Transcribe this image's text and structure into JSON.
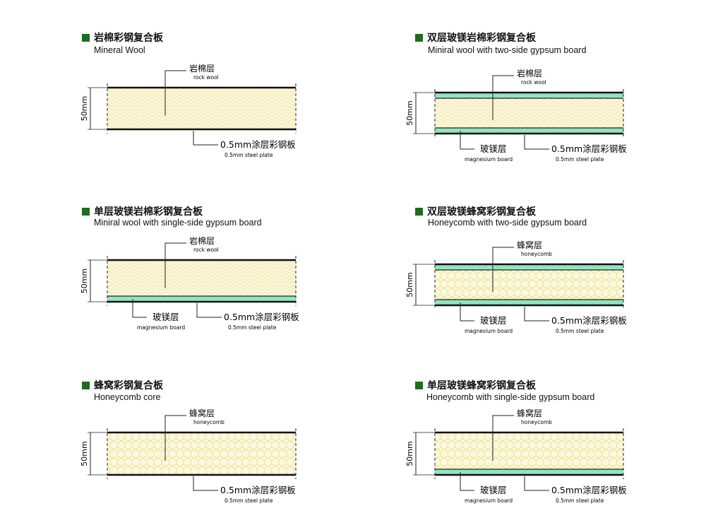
{
  "colors": {
    "bullet": "#1f6b1f",
    "core_fill": "#fbf6dc",
    "core_pattern": "#f0e68a",
    "gypsum_fill": "#7fe2b8",
    "gypsum_pattern": "#b6f0d6",
    "line": "#111111"
  },
  "labels": {
    "dimension": "50mm",
    "rock_cn": "岩棉层",
    "rock_en": "rock wool",
    "honey_cn": "蜂窝层",
    "honey_en": "honeycomb",
    "mag_cn": "玻镁层",
    "mag_en": "magnesium board",
    "steel_cn": "0.5mm涂层彩钢板",
    "steel_en": "0.5mm steel plate"
  },
  "panels": [
    {
      "id": "p1",
      "title_cn": "岩棉彩钢复合板",
      "title_en": "Mineral Wool",
      "core": "rock wool",
      "gypsum": "none"
    },
    {
      "id": "p2",
      "title_cn": "双层玻镁岩棉彩钢复合板",
      "title_en": "Miniral wool with two-side gypsum board",
      "core": "rock wool",
      "gypsum": "two-side"
    },
    {
      "id": "p3",
      "title_cn": "单层玻镁岩棉彩钢复合板",
      "title_en": "Miniral wool with single-side gypsum board",
      "core": "rock wool",
      "gypsum": "single-side"
    },
    {
      "id": "p4",
      "title_cn": "双层玻镁蜂窝彩钢复合板",
      "title_en": "Honeycomb with two-side gypsum board",
      "core": "honeycomb",
      "gypsum": "two-side"
    },
    {
      "id": "p5",
      "title_cn": "蜂窝彩钢复合板",
      "title_en": "Honeycomb core",
      "core": "honeycomb",
      "gypsum": "none"
    },
    {
      "id": "p6",
      "title_cn": "单层玻镁蜂窝彩钢复合板",
      "title_en": "Honeycomb with single-side gypsum board",
      "core": "honeycomb",
      "gypsum": "single-side"
    }
  ]
}
